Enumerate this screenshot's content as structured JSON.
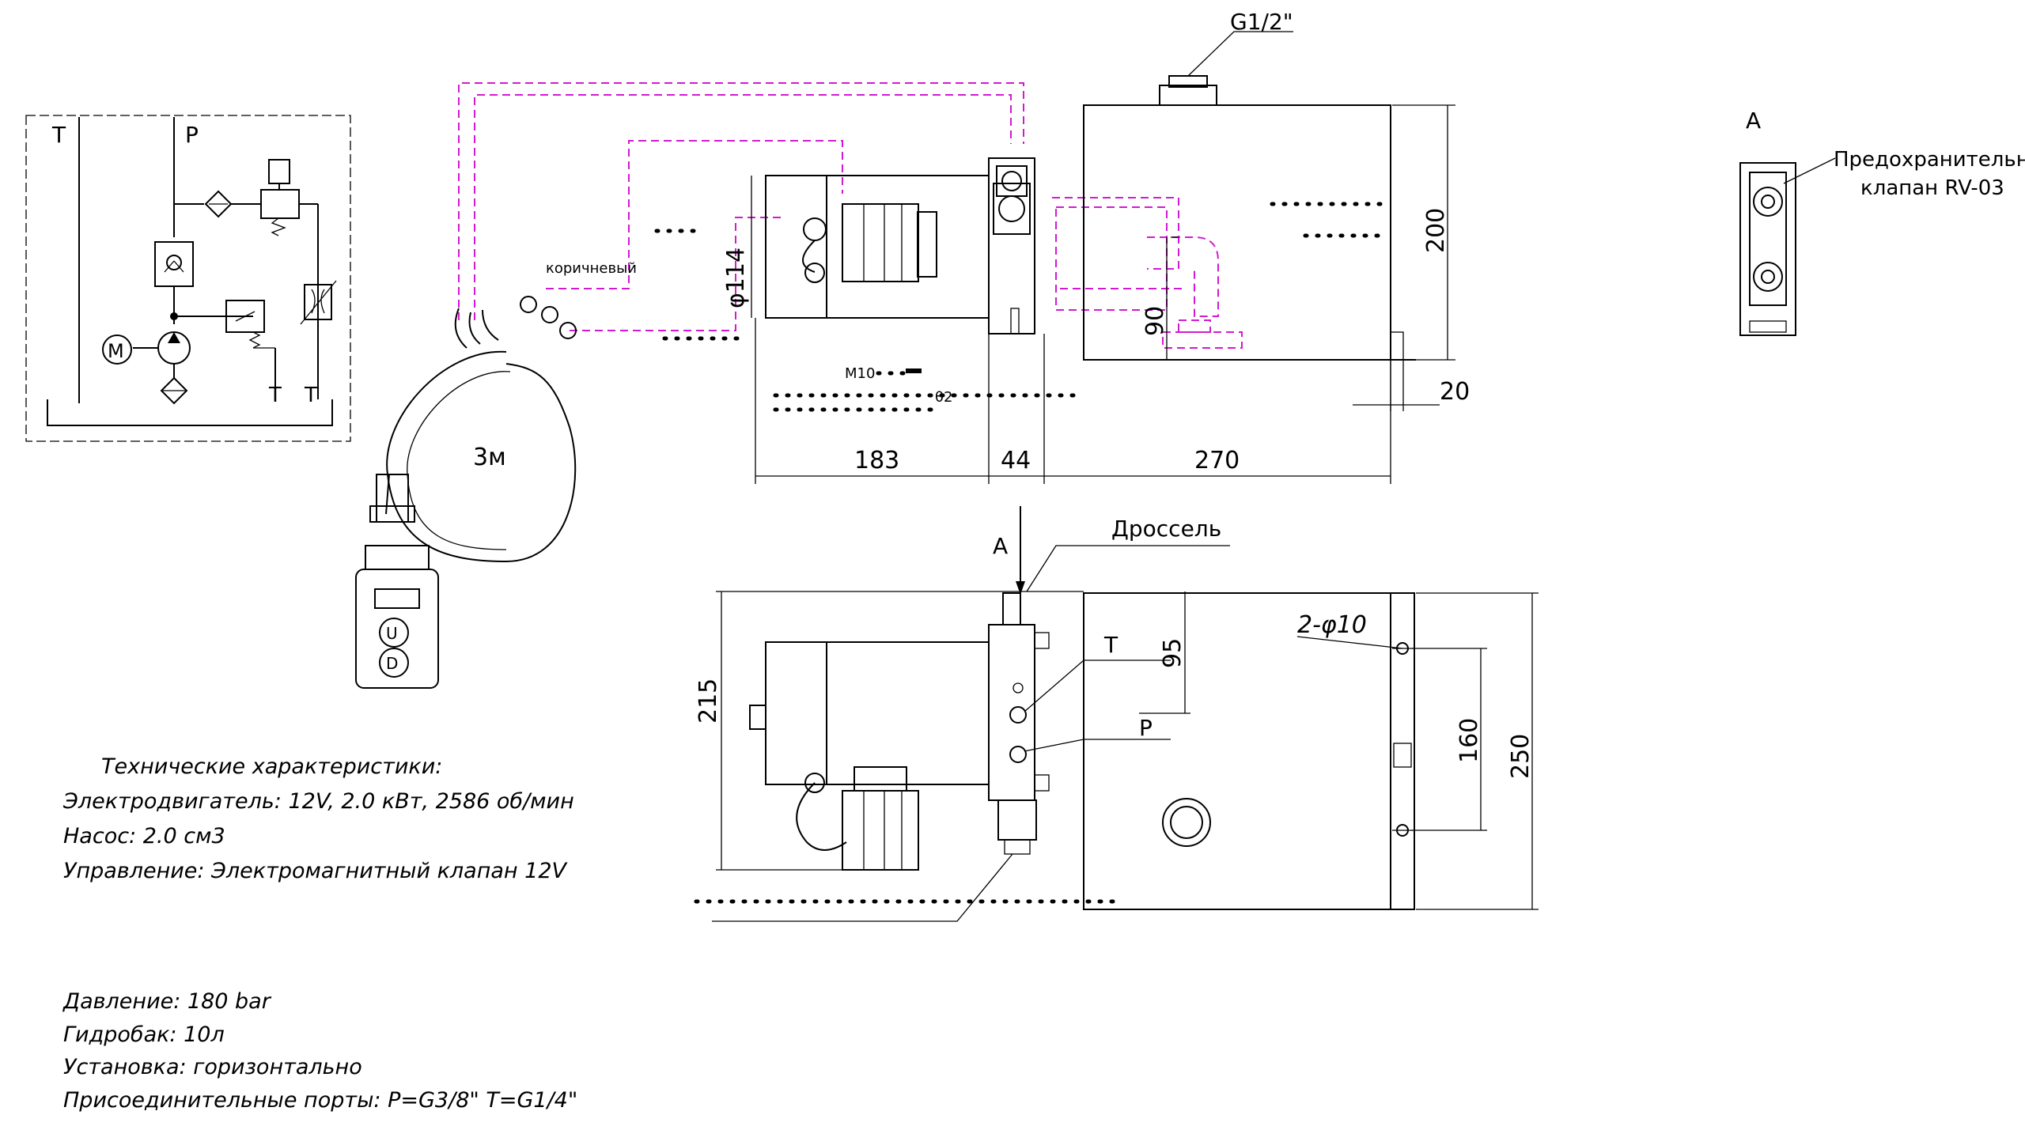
{
  "schematic": {
    "port_t_top": "T",
    "port_p_top": "P",
    "motor_symbol": "M",
    "port_t_bottom_1": "T",
    "port_t_bottom_2": "T"
  },
  "side_view": {
    "tank_fill_thread": "G1/2\"",
    "wire_label": "коричневый",
    "motor_diameter": "φ114",
    "bolt_label": "M10",
    "ground_label": "θ2",
    "cable_length": "3м",
    "dim_tank_height": "200",
    "dim_outlet_height": "90",
    "dim_foot": "20",
    "dim_motor_length": "183",
    "dim_block_length": "44",
    "dim_tank_length": "270"
  },
  "remote": {
    "button_up": "U",
    "button_down": "D"
  },
  "detail_a": {
    "view_label": "A",
    "valve_title_line1": "Предохранительный",
    "valve_title_line2": "клапан  RV-03"
  },
  "top_view": {
    "view_arrow_label": "A",
    "throttle_label": "Дроссель",
    "port_t": "T",
    "port_p": "P",
    "mount_holes": "2-φ10",
    "dim_overall_width": "215",
    "dim_port_offset": "95",
    "dim_hole_spacing": "160",
    "dim_tank_width": "250"
  },
  "specs": {
    "title": "Технические  характеристики:",
    "motor": "Электродвигатель:  12V,  2.0  кВт,  2586  об/мин",
    "pump": "Насос:   2.0  см3",
    "control": "Управление:   Электромагнитный  клапан  12V",
    "pressure": "Давление:   180  bar",
    "reservoir": "Гидробак:   10л",
    "mounting": "Установка:   горизонтально",
    "ports": "Присоединительные  порты:   P=G3/8\"   T=G1/4\""
  }
}
